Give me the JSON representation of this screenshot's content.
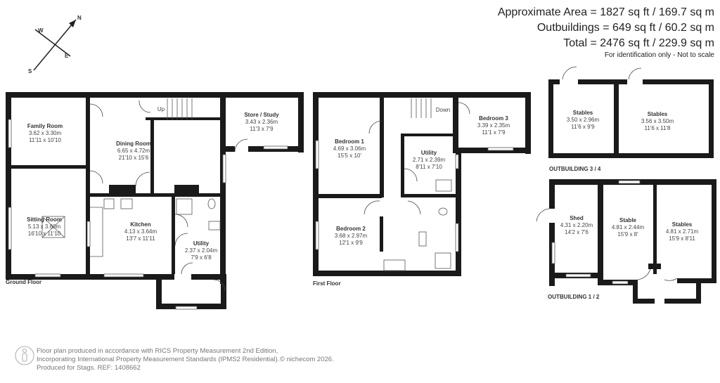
{
  "header": {
    "approx_area": "Approximate Area = 1827 sq ft / 169.7 sq m",
    "outbuildings": "Outbuildings = 649 sq ft / 60.2 sq m",
    "total": "Total = 2476 sq ft / 229.9 sq m",
    "note": "For identification only - Not to scale"
  },
  "compass": {
    "n": "N",
    "s": "S",
    "e": "E",
    "w": "W"
  },
  "ground_floor": {
    "label": "Ground Floor",
    "stairs_label": "Up",
    "rooms": [
      {
        "name": "Family Room",
        "metric": "3.62 x 3.30m",
        "imperial": "11'11 x 10'10"
      },
      {
        "name": "Dining Room",
        "metric": "6.65 x 4.72m",
        "imperial": "21'10 x 15'6"
      },
      {
        "name": "Store / Study",
        "metric": "3.43 x 2.36m",
        "imperial": "11'3 x 7'9"
      },
      {
        "name": "Sitting Room",
        "metric": "5.13 x 3.60m",
        "imperial": "16'10 x 11'10"
      },
      {
        "name": "Kitchen",
        "metric": "4.13 x 3.64m",
        "imperial": "13'7 x 11'11"
      },
      {
        "name": "Utility",
        "metric": "2.37 x 2.04m",
        "imperial": "7'9 x 6'8"
      }
    ]
  },
  "first_floor": {
    "label": "First Floor",
    "stairs_label": "Down",
    "rooms": [
      {
        "name": "Bedroom 1",
        "metric": "4.69 x 3.06m",
        "imperial": "15'5 x 10'"
      },
      {
        "name": "Utility",
        "metric": "2.71 x 2.39m",
        "imperial": "8'11 x 7'10"
      },
      {
        "name": "Bedroom 3",
        "metric": "3.39 x 2.35m",
        "imperial": "11'1 x 7'9"
      },
      {
        "name": "Bedroom 2",
        "metric": "3.68 x 2.97m",
        "imperial": "12'1 x 9'9"
      }
    ]
  },
  "outbuilding_34": {
    "label": "OUTBUILDING 3 / 4",
    "rooms": [
      {
        "name": "Stables",
        "metric": "3.50 x 2.96m",
        "imperial": "11'6 x 9'9"
      },
      {
        "name": "Stables",
        "metric": "3.56 x 3.50m",
        "imperial": "11'6 x 11'8"
      }
    ]
  },
  "outbuilding_12": {
    "label": "OUTBUILDING 1 / 2",
    "rooms": [
      {
        "name": "Shed",
        "metric": "4.31 x 2.20m",
        "imperial": "14'2 x 7'6"
      },
      {
        "name": "Stable",
        "metric": "4.81 x 2.44m",
        "imperial": "15'9 x 8'"
      },
      {
        "name": "Stables",
        "metric": "4.81 x 2.71m",
        "imperial": "15'9 x 8'11"
      }
    ]
  },
  "footer": {
    "line1": "Floor plan produced in accordance with RICS Property Measurement 2nd Edition,",
    "line2": "Incorporating International Property Measurement Standards (IPMS2 Residential).",
    "line3": "Produced for Stags.   REF: 1408662",
    "copyright": "© nichecom 2026.",
    "icon": "person-outline-icon"
  },
  "colors": {
    "wall": "#1a1a1a",
    "text": "#333333",
    "footer_text": "#777777"
  }
}
